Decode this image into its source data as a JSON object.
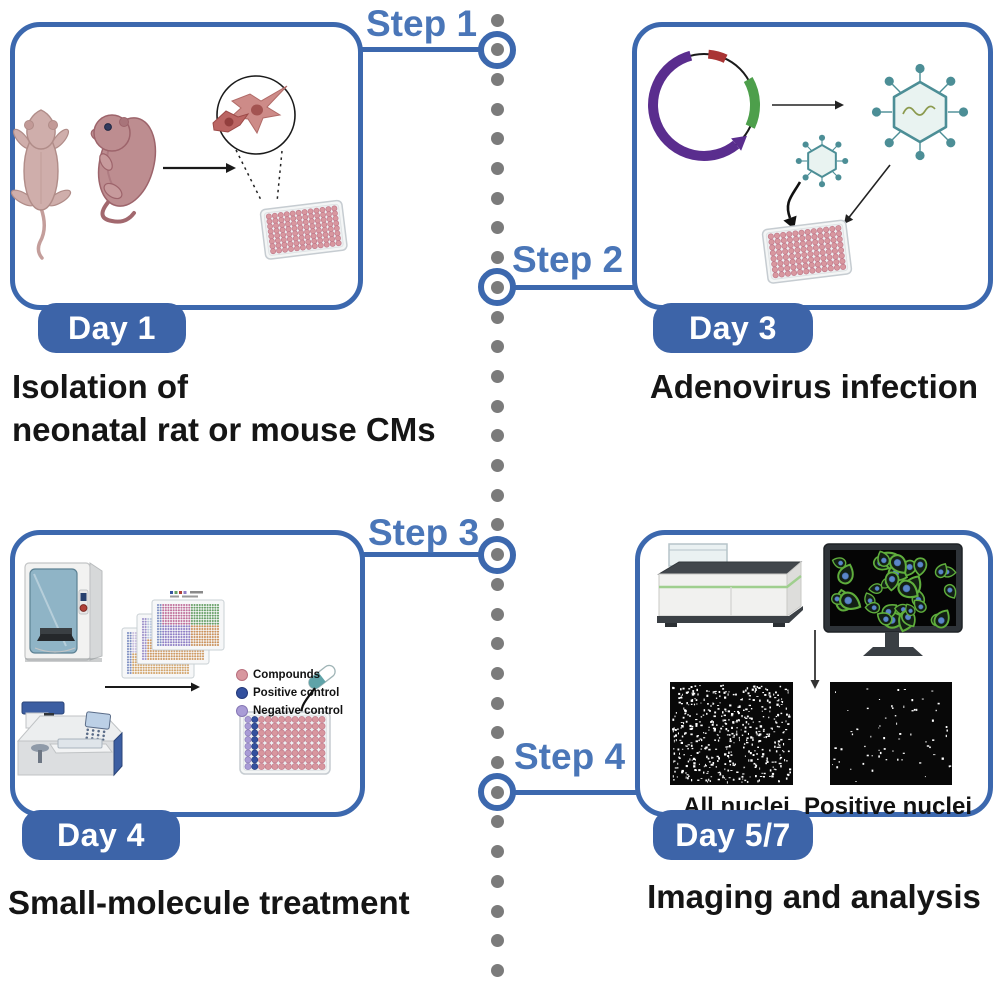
{
  "figure": {
    "type": "protocol-workflow-diagram"
  },
  "colors": {
    "accent_blue": "#3c68ae",
    "step_label_blue": "#4a76b8",
    "badge_blue": "#3d64a8",
    "timeline_dot_gray": "#7b7b7b",
    "caption_black": "#151515"
  },
  "timeline": {
    "steps": [
      {
        "label": "Step 1"
      },
      {
        "label": "Step 2"
      },
      {
        "label": "Step 3"
      },
      {
        "label": "Step 4"
      }
    ]
  },
  "panels": [
    {
      "day": "Day 1",
      "caption_lines": [
        "Isolation of",
        "neonatal rat or mouse CMs"
      ]
    },
    {
      "day": "Day 3",
      "caption_lines": [
        "Adenovirus infection"
      ]
    },
    {
      "day": "Day 4",
      "caption_lines": [
        "Small-molecule treatment"
      ],
      "legend": [
        {
          "label": "Compounds",
          "color": "#d8979f",
          "stroke": "#b9707e"
        },
        {
          "label": "Positive control",
          "color": "#33509e",
          "stroke": "#24397a"
        },
        {
          "label": "Negative control",
          "color": "#a99cd6",
          "stroke": "#8677b5"
        }
      ]
    },
    {
      "day": "Day 5/7",
      "caption_lines": [
        "Imaging and analysis"
      ],
      "image_labels": [
        "All nuclei",
        "Positive nuclei"
      ],
      "nuclei_dot_counts": [
        520,
        68
      ]
    }
  ]
}
